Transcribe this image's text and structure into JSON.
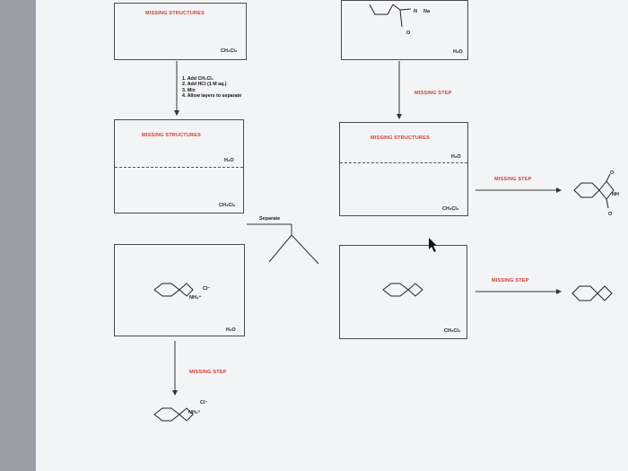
{
  "top_left": {
    "title": "MISSING STRUCTURES",
    "solvent": "CH₂Cl₂"
  },
  "top_right": {
    "label_n": "N",
    "label_na": "Na",
    "label_o": "O",
    "solvent": "H₂O"
  },
  "steps": [
    "1. Add CH₂Cl₂",
    "2. Add HCl (1 M aq.)",
    "3. Mix",
    "4. Allow layers to separate"
  ],
  "right_arrow_label": "MISSING STEP",
  "mid_left": {
    "title": "MISSING STRUCTURES",
    "top_solvent": "H₂O",
    "bottom_solvent": "CH₂Cl₂"
  },
  "mid_right": {
    "title": "MISSING STRUCTURES",
    "top_solvent": "H₂O",
    "bottom_solvent": "CH₂Cl₂"
  },
  "separate_label": "Separate",
  "bottom_left": {
    "cl": "Cl⁻",
    "nh": "NH₃⁺",
    "solvent": "H₂O"
  },
  "bottom_right": {
    "solvent": "CH₂Cl₂"
  },
  "arrow_to_phthalimide": {
    "label": "MISSING STEP",
    "product_nh": "NH",
    "product_o": "O"
  },
  "arrow_to_indane": {
    "label": "MISSING STEP"
  },
  "lower_step": {
    "label": "MISSING STEP",
    "cl": "Cl⁻",
    "nh": "NH₃⁺"
  }
}
